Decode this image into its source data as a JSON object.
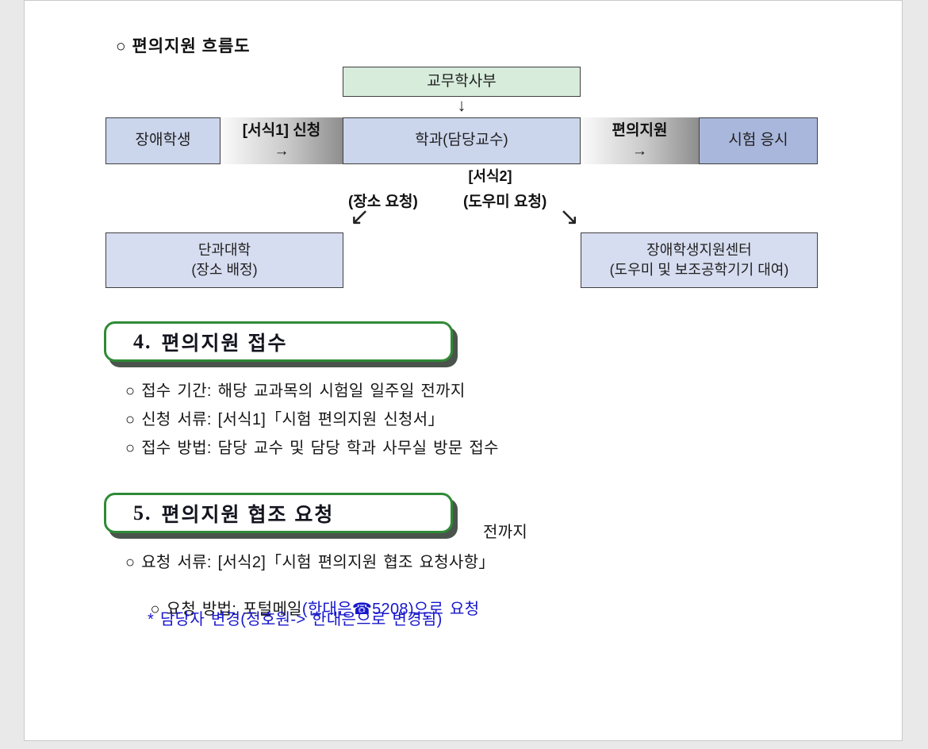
{
  "document": {
    "section_flow_title": "○ 편의지원 흐름도"
  },
  "flowchart": {
    "top_box": "교무학사부",
    "down_arrow": "↓",
    "student_box": "장애학생",
    "apply_line1": "[서식1] 신청",
    "apply_line2": "→",
    "dept_box": "학과(담당교수)",
    "support_line1": "편의지원",
    "support_line2": "→",
    "exam_box": "시험 응시",
    "form2_label": "[서식2]",
    "place_label": "(장소 요청)",
    "helper_label": "(도우미 요청)",
    "arrow_down_left": "↙",
    "arrow_down_right": "↘",
    "college_line1": "단과대학",
    "college_line2": "(장소 배정)",
    "center_line1": "장애학생지원센터",
    "center_line2": "(도우미 및 보조공학기기 대여)"
  },
  "section4": {
    "number": "4.",
    "title": "편의지원 접수",
    "bullet1": "○ 접수 기간: 해당 교과목의 시험일 일주일 전까지",
    "bullet2": "○ 신청 서류: [서식1]「시험 편의지원 신청서」",
    "bullet3": "○ 접수 방법: 담당 교수 및 담당 학과 사무실 방문 접수"
  },
  "section5": {
    "number": "5.",
    "title": "편의지원 협조 요청",
    "clipped_fragment": "전까지",
    "bullet1": "○ 요청 서류: [서식2]「시험 편의지원 협조 요청사항」",
    "bullet2_black": "○ 요청 방법: 포털메일",
    "bullet2_blue": "(한대은☎5208)으로 요청",
    "bullet3_blue": "* 담당자 변경(정호원-> 한대은으로 변경됨)"
  },
  "colors": {
    "page_bg": "#ffffff",
    "canvas_bg": "#e9e9e9",
    "mint_box": "#d7ecdb",
    "lavender_box": "#cbd5ec",
    "lavender_light_box": "#d7ddf0",
    "dark_blue_box": "#a9b7dc",
    "heading_border_green": "#2f8a35",
    "link_blue": "#1616cc"
  }
}
